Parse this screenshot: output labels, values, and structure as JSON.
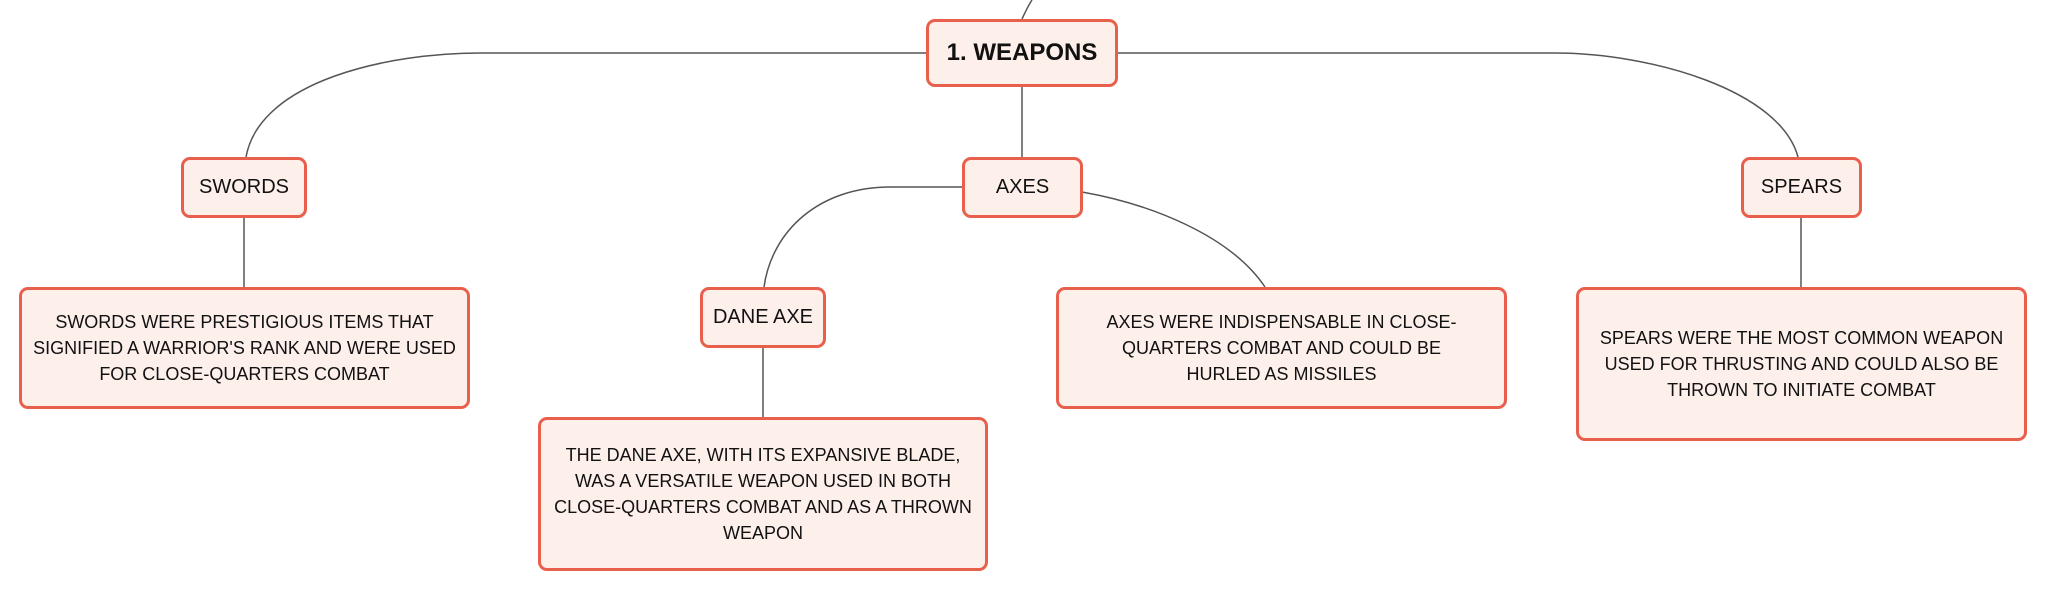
{
  "diagram": {
    "root": {
      "label": "1. WEAPONS"
    },
    "topics": {
      "swords": {
        "label": "SWORDS"
      },
      "axes": {
        "label": "AXES"
      },
      "spears": {
        "label": "SPEARS"
      },
      "dane_axe": {
        "label": "DANE AXE"
      }
    },
    "details": {
      "swords": "SWORDS WERE PRESTIGIOUS ITEMS THAT SIGNIFIED A WARRIOR'S RANK AND WERE USED FOR CLOSE-QUARTERS COMBAT",
      "axes": "AXES WERE INDISPENSABLE IN CLOSE-QUARTERS COMBAT AND COULD BE HURLED AS MISSILES",
      "dane_axe": "THE DANE AXE, WITH ITS EXPANSIVE BLADE, WAS A VERSATILE WEAPON USED IN BOTH CLOSE-QUARTERS COMBAT AND AS A THROWN WEAPON",
      "spears": "SPEARS WERE THE MOST COMMON WEAPON USED FOR THRUSTING AND COULD ALSO BE THROWN TO INITIATE COMBAT"
    }
  }
}
